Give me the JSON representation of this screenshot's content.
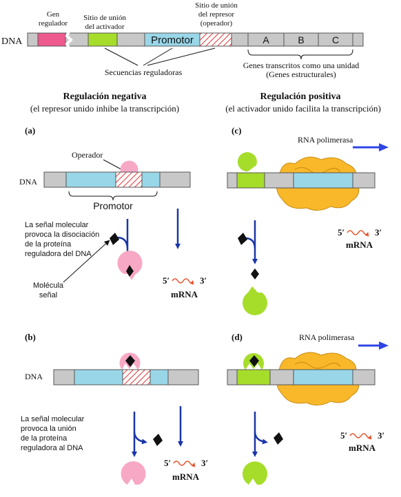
{
  "top": {
    "dna_label": "DNA",
    "gen_regulador": [
      "Gen",
      "regulador"
    ],
    "sitio_activador": [
      "Sitio de unión",
      "del activador"
    ],
    "sitio_represor": [
      "Sitio de unión",
      "del represor",
      "(operador)"
    ],
    "promotor": "Promotor",
    "genes": [
      "A",
      "B",
      "C"
    ],
    "secuencias": "Secuencias reguladoras",
    "genes_transcritos": [
      "Genes transcritos como una unidad",
      "(Genes estructurales)"
    ]
  },
  "negativa": {
    "title": "Regulación negativa",
    "subtitle": "(el represor unido inhibe la transcripción)"
  },
  "positiva": {
    "title": "Regulación positiva",
    "subtitle": "(el activador unido facilita la transcripción)"
  },
  "panel_a": {
    "letter": "(a)",
    "operador": "Operador",
    "dna": "DNA",
    "promotor": "Promotor",
    "senal": [
      "La señal molecular",
      "provoca la disociación",
      "de la proteína",
      "reguladora del DNA"
    ],
    "molecula": [
      "Molécula",
      "señal"
    ],
    "mrna_ends": [
      "5′",
      "3′"
    ],
    "mrna": "mRNA"
  },
  "panel_b": {
    "letter": "(b)",
    "dna": "DNA",
    "senal": [
      "La señal molecular",
      "provoca la unión",
      "de la proteína",
      "reguladora al DNA"
    ],
    "mrna_ends": [
      "5′",
      "3′"
    ],
    "mrna": "mRNA"
  },
  "panel_c": {
    "letter": "(c)",
    "rna_pol": "RNA polimerasa",
    "mrna_ends": [
      "5′",
      "3′"
    ],
    "mrna": "mRNA"
  },
  "panel_d": {
    "letter": "(d)",
    "rna_pol": "RNA polimerasa",
    "mrna_ends": [
      "5′",
      "3′"
    ],
    "mrna": "mRNA"
  },
  "colors": {
    "dna_gray": "#c8c8c8",
    "regulator_pink": "#ee5a8e",
    "activator_green": "#a6dd2a",
    "promoter_blue": "#99d6e8",
    "operator_red": "#e04040",
    "repressor_pink": "#f7a8c4",
    "polymerase_orange": "#f8b82a",
    "arrow_blue": "#1a35a8",
    "polymerase_arrow": "#2f45e6",
    "mrna_red": "#e8502a"
  }
}
